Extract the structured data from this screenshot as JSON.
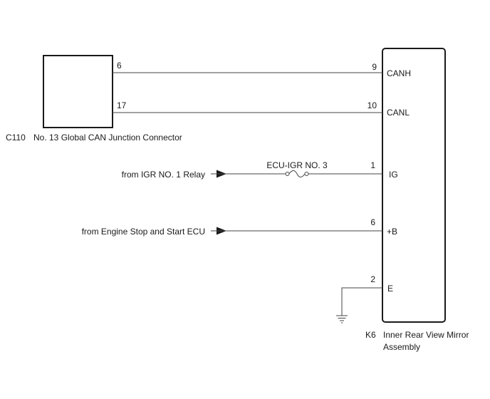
{
  "connector_c110": {
    "code": "C110",
    "name": "No. 13 Global CAN Junction Connector",
    "pins": {
      "canh": "6",
      "canl": "17"
    }
  },
  "ecu_k6": {
    "code": "K6",
    "name_line1": "Inner Rear View Mirror",
    "name_line2": "Assembly",
    "terminals": [
      {
        "pin": "9",
        "label": "CANH"
      },
      {
        "pin": "10",
        "label": "CANL"
      },
      {
        "pin": "1",
        "label": "IG"
      },
      {
        "pin": "6",
        "label": "+B"
      },
      {
        "pin": "2",
        "label": "E"
      }
    ]
  },
  "sources": {
    "igr_relay": "from IGR NO. 1 Relay",
    "engine_ecu": "from Engine Stop and Start ECU"
  },
  "fuse": {
    "label": "ECU-IGR NO. 3"
  }
}
